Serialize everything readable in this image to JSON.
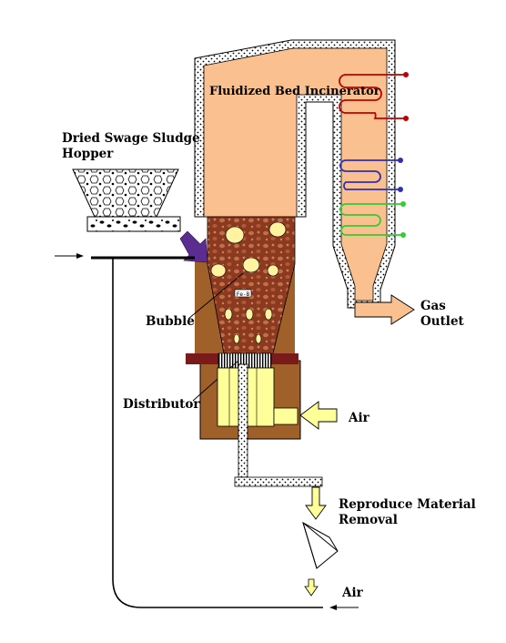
{
  "labels": {
    "incinerator": "Fluidized Bed Incinerator",
    "hopper_line1": "Dried Swage Sludge",
    "hopper_line2": "Hopper",
    "bubble": "Bubble",
    "distributor": "Distributor",
    "air_inlet": "Air",
    "gas_line1": "Gas",
    "gas_line2": "Outlet",
    "reproduce_line1": "Reproduce Material",
    "reproduce_line2": "Removal",
    "air_bottom": "Air"
  },
  "bed_label": "Fe-B",
  "colors": {
    "vessel_fill": "#FAC090",
    "insulation": "#000000",
    "bed_brown": "#8B3A1F",
    "bed_spots": "#C0704A",
    "bubbles": "#FFF2A0",
    "outer_brown": "#A0602A",
    "flange": "#7A1A1A",
    "distributor_yellow": "#FFFF99",
    "arrow_yellow": "#FFFF99",
    "arrow_orange": "#FAC090",
    "feed_arrow": "#5C2D91",
    "coil_red": "#C00000",
    "coil_blue": "#3030B0",
    "coil_green": "#33CC33"
  }
}
